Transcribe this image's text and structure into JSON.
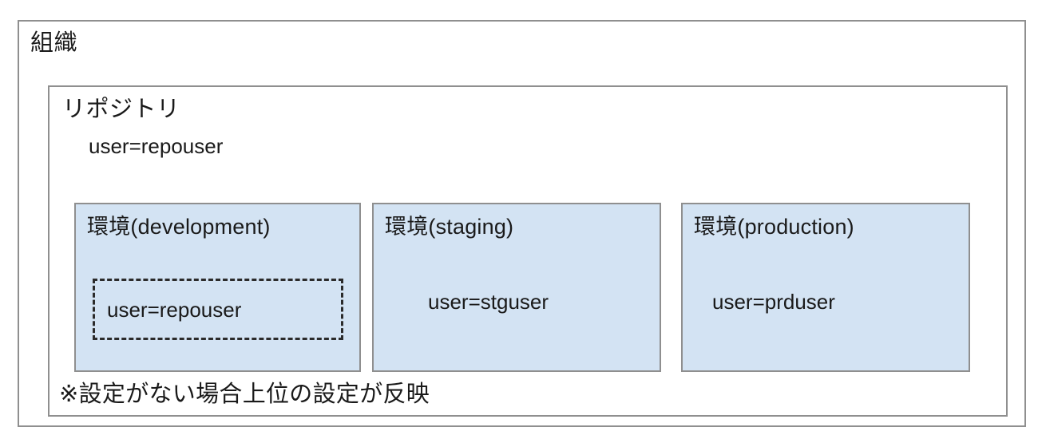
{
  "diagram": {
    "type": "nested-containers",
    "colors": {
      "container_border": "#8f8f8f",
      "container_fill": "#ffffff",
      "environment_fill": "#d3e3f3",
      "environment_border": "#8f8f8f",
      "dashed_border": "#2b2b2b",
      "text": "#1a1a1a"
    },
    "organization": {
      "title": "組織",
      "repository": {
        "title": "リポジトリ",
        "setting": "user=repouser",
        "note": "※設定がない場合上位の設定が反映",
        "environments": [
          {
            "id": "development",
            "title": "環境(development)",
            "setting": "user=repouser",
            "highlighted": true
          },
          {
            "id": "staging",
            "title": "環境(staging)",
            "setting": "user=stguser",
            "highlighted": false
          },
          {
            "id": "production",
            "title": "環境(production)",
            "setting": "user=prduser",
            "highlighted": false
          }
        ]
      }
    }
  }
}
